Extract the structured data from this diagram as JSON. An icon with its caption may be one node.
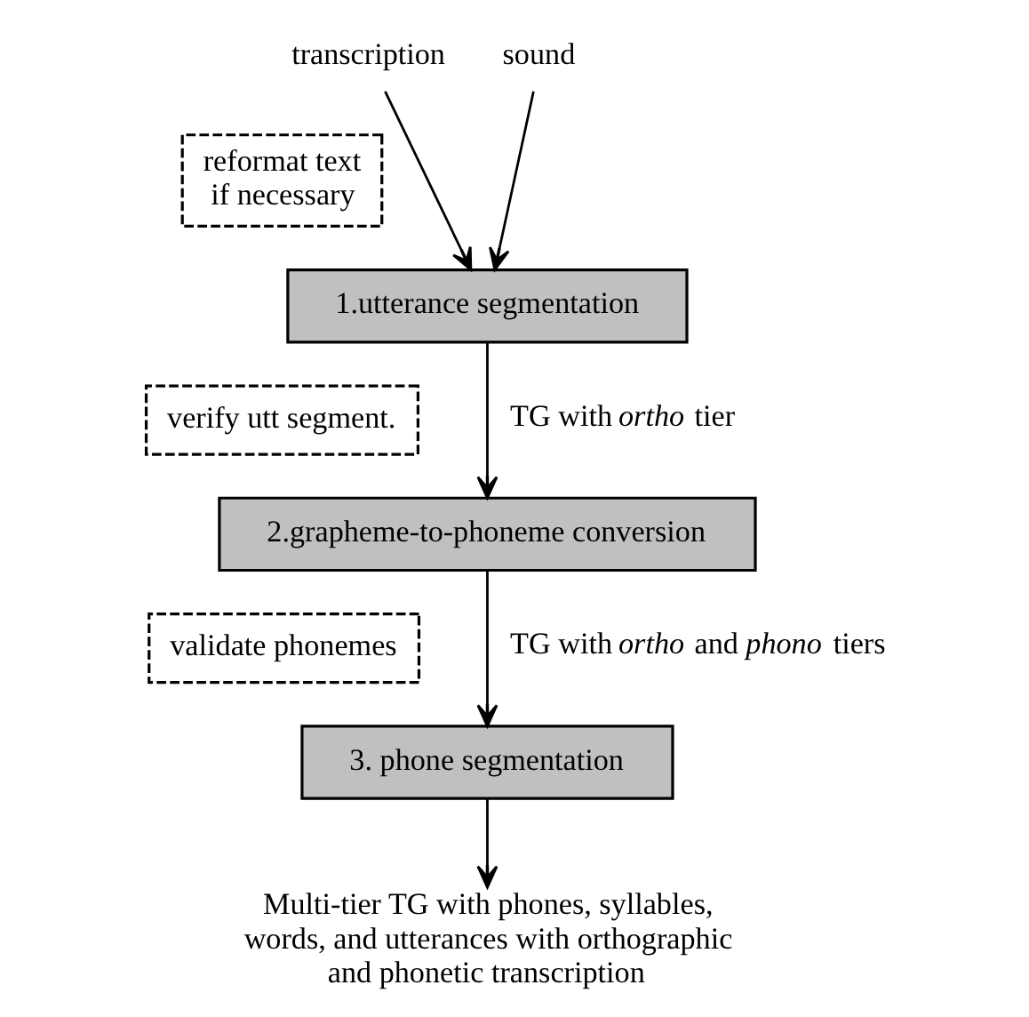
{
  "diagram": {
    "nodes": [
      {
        "text": [
          "transcription"
        ]
      },
      {
        "text": [
          "sound"
        ]
      },
      {
        "text": [
          "reformat text if necessary"
        ]
      },
      {
        "text": [
          "1.utterance segmentation"
        ]
      },
      {
        "text": [
          "verify utt segment."
        ]
      },
      {
        "text": [
          "2.grapheme-to-phoneme conversion"
        ]
      },
      {
        "text": [
          "validate phonemes"
        ]
      },
      {
        "text": [
          "3. phone segmentation"
        ]
      },
      {
        "text": [
          "Multi-tier TG with phones, syllables, words, and utterances with orthographic and phonetic transcription"
        ]
      }
    ],
    "edges": [
      {
        "from": 0,
        "to": 3,
        "arrow": "to"
      },
      {
        "from": 1,
        "to": 3,
        "arrow": "to"
      },
      {
        "from": 3,
        "to": 5,
        "arrow": "to",
        "label": "TG with *ortho* tier"
      },
      {
        "from": 5,
        "to": 7,
        "arrow": "to",
        "label": "TG with *ortho* and *phono* tiers"
      },
      {
        "from": 7,
        "to": 8,
        "arrow": "to"
      }
    ]
  }
}
